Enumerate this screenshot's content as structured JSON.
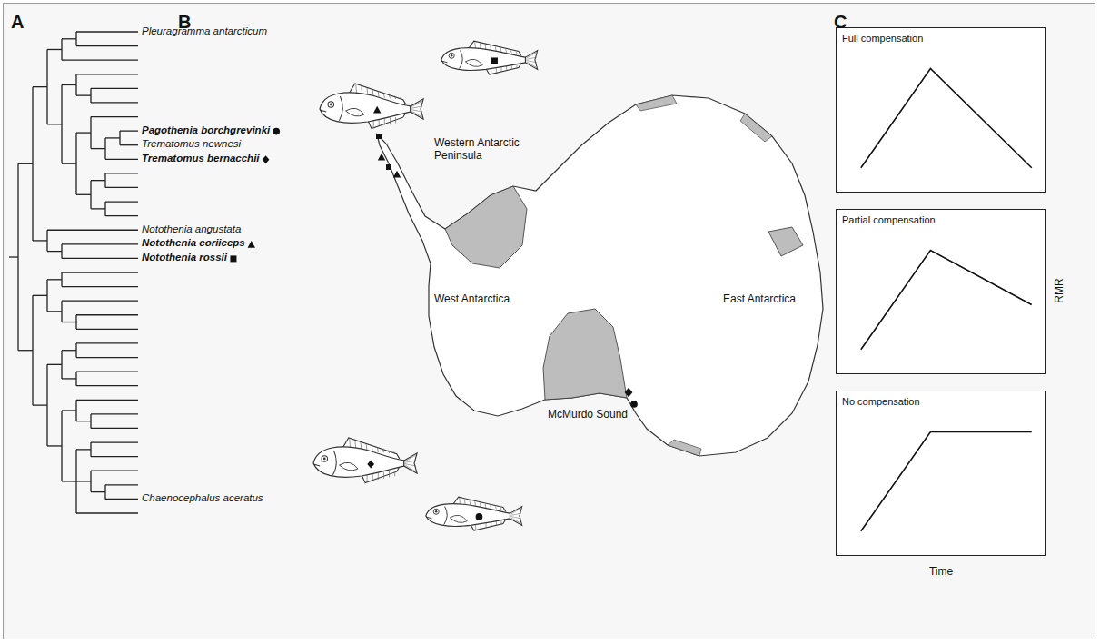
{
  "diagram": {
    "nodes": [
      {
        "text": [
          "Full compensation"
        ]
      },
      {
        "text": [
          "Partial compensation"
        ]
      },
      {
        "text": [
          "No compensation"
        ]
      }
    ],
    "labels": [
      "A",
      "B",
      "C",
      "Pleuragramma antarcticum",
      "Pagothenia borchgrevinki",
      "Trematomus newnesi",
      "Trematomus bernacchii",
      "Notothenia angustata",
      "Notothenia coriiceps",
      "Notothenia rossii",
      "Chaenocephalus aceratus",
      "Western Antarctic Peninsula",
      "West Antarctica",
      "East Antarctica",
      "McMurdo Sound",
      "RMR",
      "Time"
    ]
  }
}
